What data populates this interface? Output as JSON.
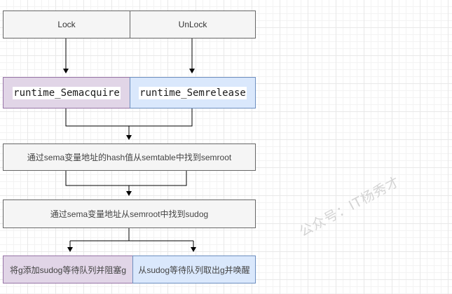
{
  "diagram": {
    "top_row": {
      "lock": "Lock",
      "unlock": "UnLock"
    },
    "runtime_row": {
      "acquire": "runtime_Semacquire",
      "release": "runtime_Semrelease"
    },
    "step1": "通过sema变量地址的hash值从semtable中找到semroot",
    "step2": "通过sema变量地址从semroot中找到sudog",
    "bottom_row": {
      "left": "将g添加sudog等待队列并阻塞g",
      "right": "从sudog等待队列取出g并唤醒"
    }
  },
  "watermark": "公众号：IT杨秀才",
  "colors": {
    "gray_fill": "#f5f5f5",
    "gray_stroke": "#666666",
    "purple_fill": "#e1d5e7",
    "purple_stroke": "#9673a6",
    "blue_fill": "#dae8fc",
    "blue_stroke": "#6c8ebf"
  }
}
